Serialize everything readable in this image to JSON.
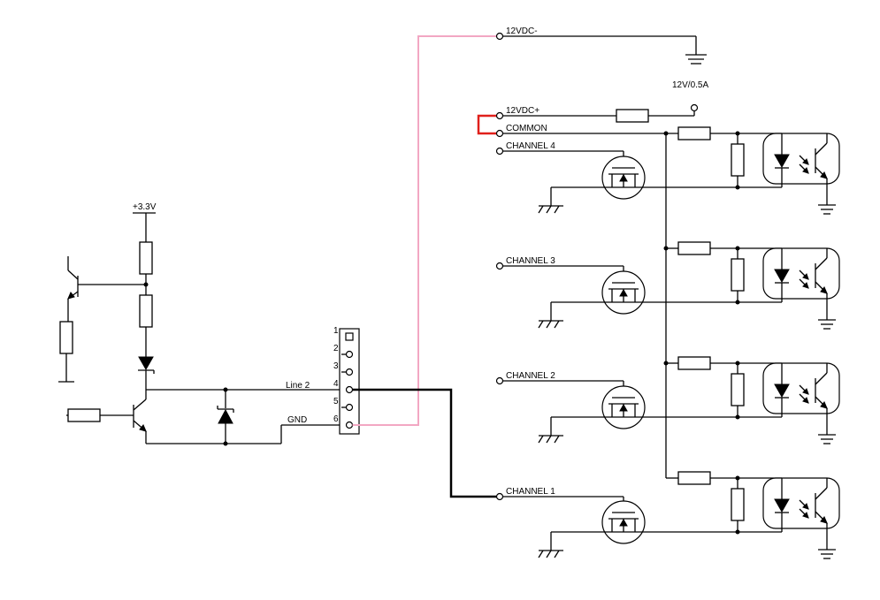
{
  "labels": {
    "supply_33": "+3.3V",
    "line2": "Line 2",
    "gnd": "GND",
    "neg12": "12VDC-",
    "pos12": "12VDC+",
    "common": "COMMON",
    "rating": "12V/0.5A",
    "channel4": "CHANNEL 4",
    "channel3": "CHANNEL 3",
    "channel2": "CHANNEL 2",
    "channel1": "CHANNEL 1"
  },
  "connector_pins": [
    "1",
    "2",
    "3",
    "4",
    "5",
    "6"
  ],
  "colors": {
    "wire": "#000000",
    "pink_wire": "#f2a7c3",
    "red_jumper": "#e0201b"
  }
}
